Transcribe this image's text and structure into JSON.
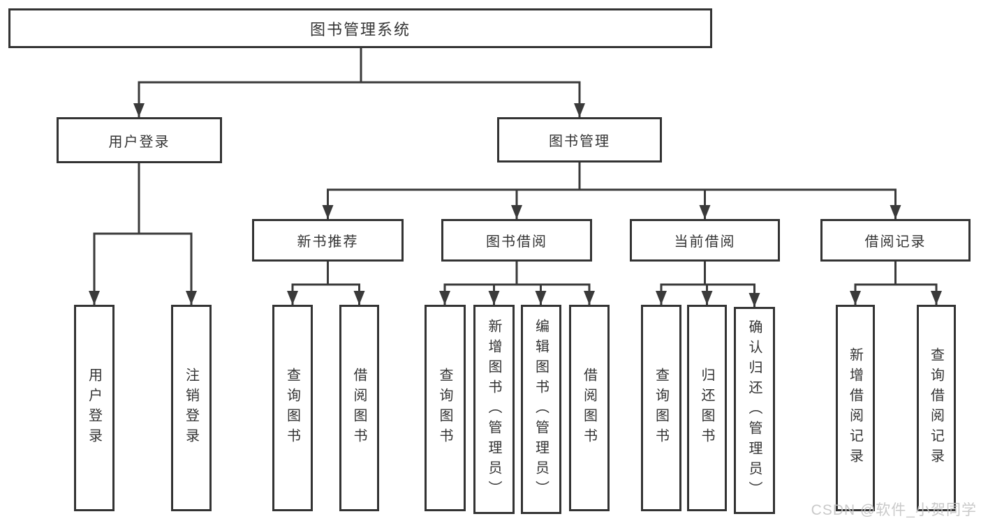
{
  "tree": {
    "label": "图书管理系统",
    "children": [
      {
        "label": "用户登录",
        "children": [
          {
            "label": "用户登录"
          },
          {
            "label": "注销登录"
          }
        ]
      },
      {
        "label": "图书管理",
        "children": [
          {
            "label": "新书推荐",
            "children": [
              {
                "label": "查询图书"
              },
              {
                "label": "借阅图书"
              }
            ]
          },
          {
            "label": "图书借阅",
            "children": [
              {
                "label": "查询图书"
              },
              {
                "label": "新增图书（管理员）"
              },
              {
                "label": "编辑图书（管理员）"
              },
              {
                "label": "借阅图书"
              }
            ]
          },
          {
            "label": "当前借阅",
            "children": [
              {
                "label": "查询图书"
              },
              {
                "label": "归还图书"
              },
              {
                "label": "确认归还（管理员）"
              }
            ]
          },
          {
            "label": "借阅记录",
            "children": [
              {
                "label": "新增借阅记录"
              },
              {
                "label": "查询借阅记录"
              }
            ]
          }
        ]
      }
    ]
  },
  "watermark": "CSDN @软件_小贺同学",
  "colors": {
    "line": "#3a3a3a",
    "box_border": "#333333",
    "text": "#333333",
    "watermark": "#c4c4c4",
    "background": "#ffffff"
  }
}
